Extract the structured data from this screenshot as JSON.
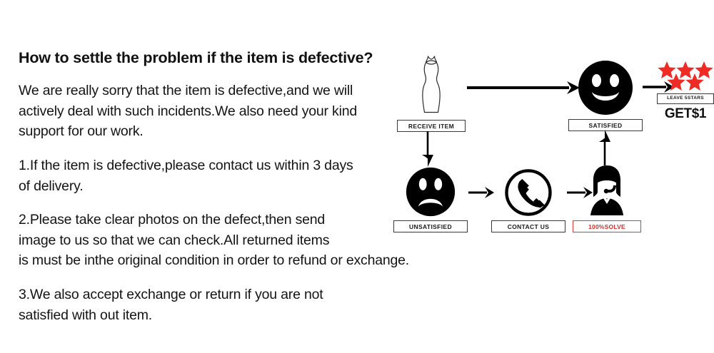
{
  "document": {
    "heading": "How to settle the problem if the item is defective?",
    "paragraphs": [
      {
        "id": "intro",
        "lines": [
          "We are really sorry that the item is defective,and we will",
          "actively deal with such incidents.We also need your kind",
          "support for our work."
        ]
      },
      {
        "id": "point-1",
        "lines": [
          "1.If the item is defective,please contact us within 3 days",
          "of delivery."
        ]
      },
      {
        "id": "point-2",
        "lines": [
          "2.Please take clear photos on the defect,then send",
          "image to us so that we can check.All returned items",
          "is must be inthe original condition in order to refund or exchange."
        ]
      },
      {
        "id": "point-3",
        "lines": [
          "3.We also accept exchange or return if you are not",
          "satisfied with out item."
        ]
      }
    ]
  },
  "flow": {
    "nodes": {
      "receive_item": {
        "label": "RECEIVE ITEM",
        "icon": "dress-icon"
      },
      "satisfied": {
        "label": "SATISFIED",
        "icon": "smiley-face-icon"
      },
      "unsatisfied": {
        "label": "UNSATISFIED",
        "icon": "sad-face-icon"
      },
      "contact_us": {
        "label": "CONTACT US",
        "icon": "telephone-icon"
      },
      "solve": {
        "label": "100%SOLVE",
        "icon": "support-agent-icon"
      }
    },
    "reward": {
      "stars_count": 5,
      "leave_stars_label": "LEAVE 5STARS",
      "get_dollar_label": "GET$1"
    },
    "arrows": [
      {
        "name": "receive-to-satisfied",
        "direction": "right"
      },
      {
        "name": "receive-to-unsatisfied",
        "direction": "down"
      },
      {
        "name": "unsatisfied-to-contact",
        "direction": "right"
      },
      {
        "name": "contact-to-solve",
        "direction": "right"
      },
      {
        "name": "solve-to-satisfied",
        "direction": "up"
      },
      {
        "name": "satisfied-to-stars",
        "direction": "right"
      }
    ]
  },
  "colors": {
    "background": "#ffffff",
    "text": "#111111",
    "icon_black": "#000000",
    "star_red": "#ee2b24",
    "solve_red": "#d4302b",
    "tag_border": "#3a3a3a"
  }
}
